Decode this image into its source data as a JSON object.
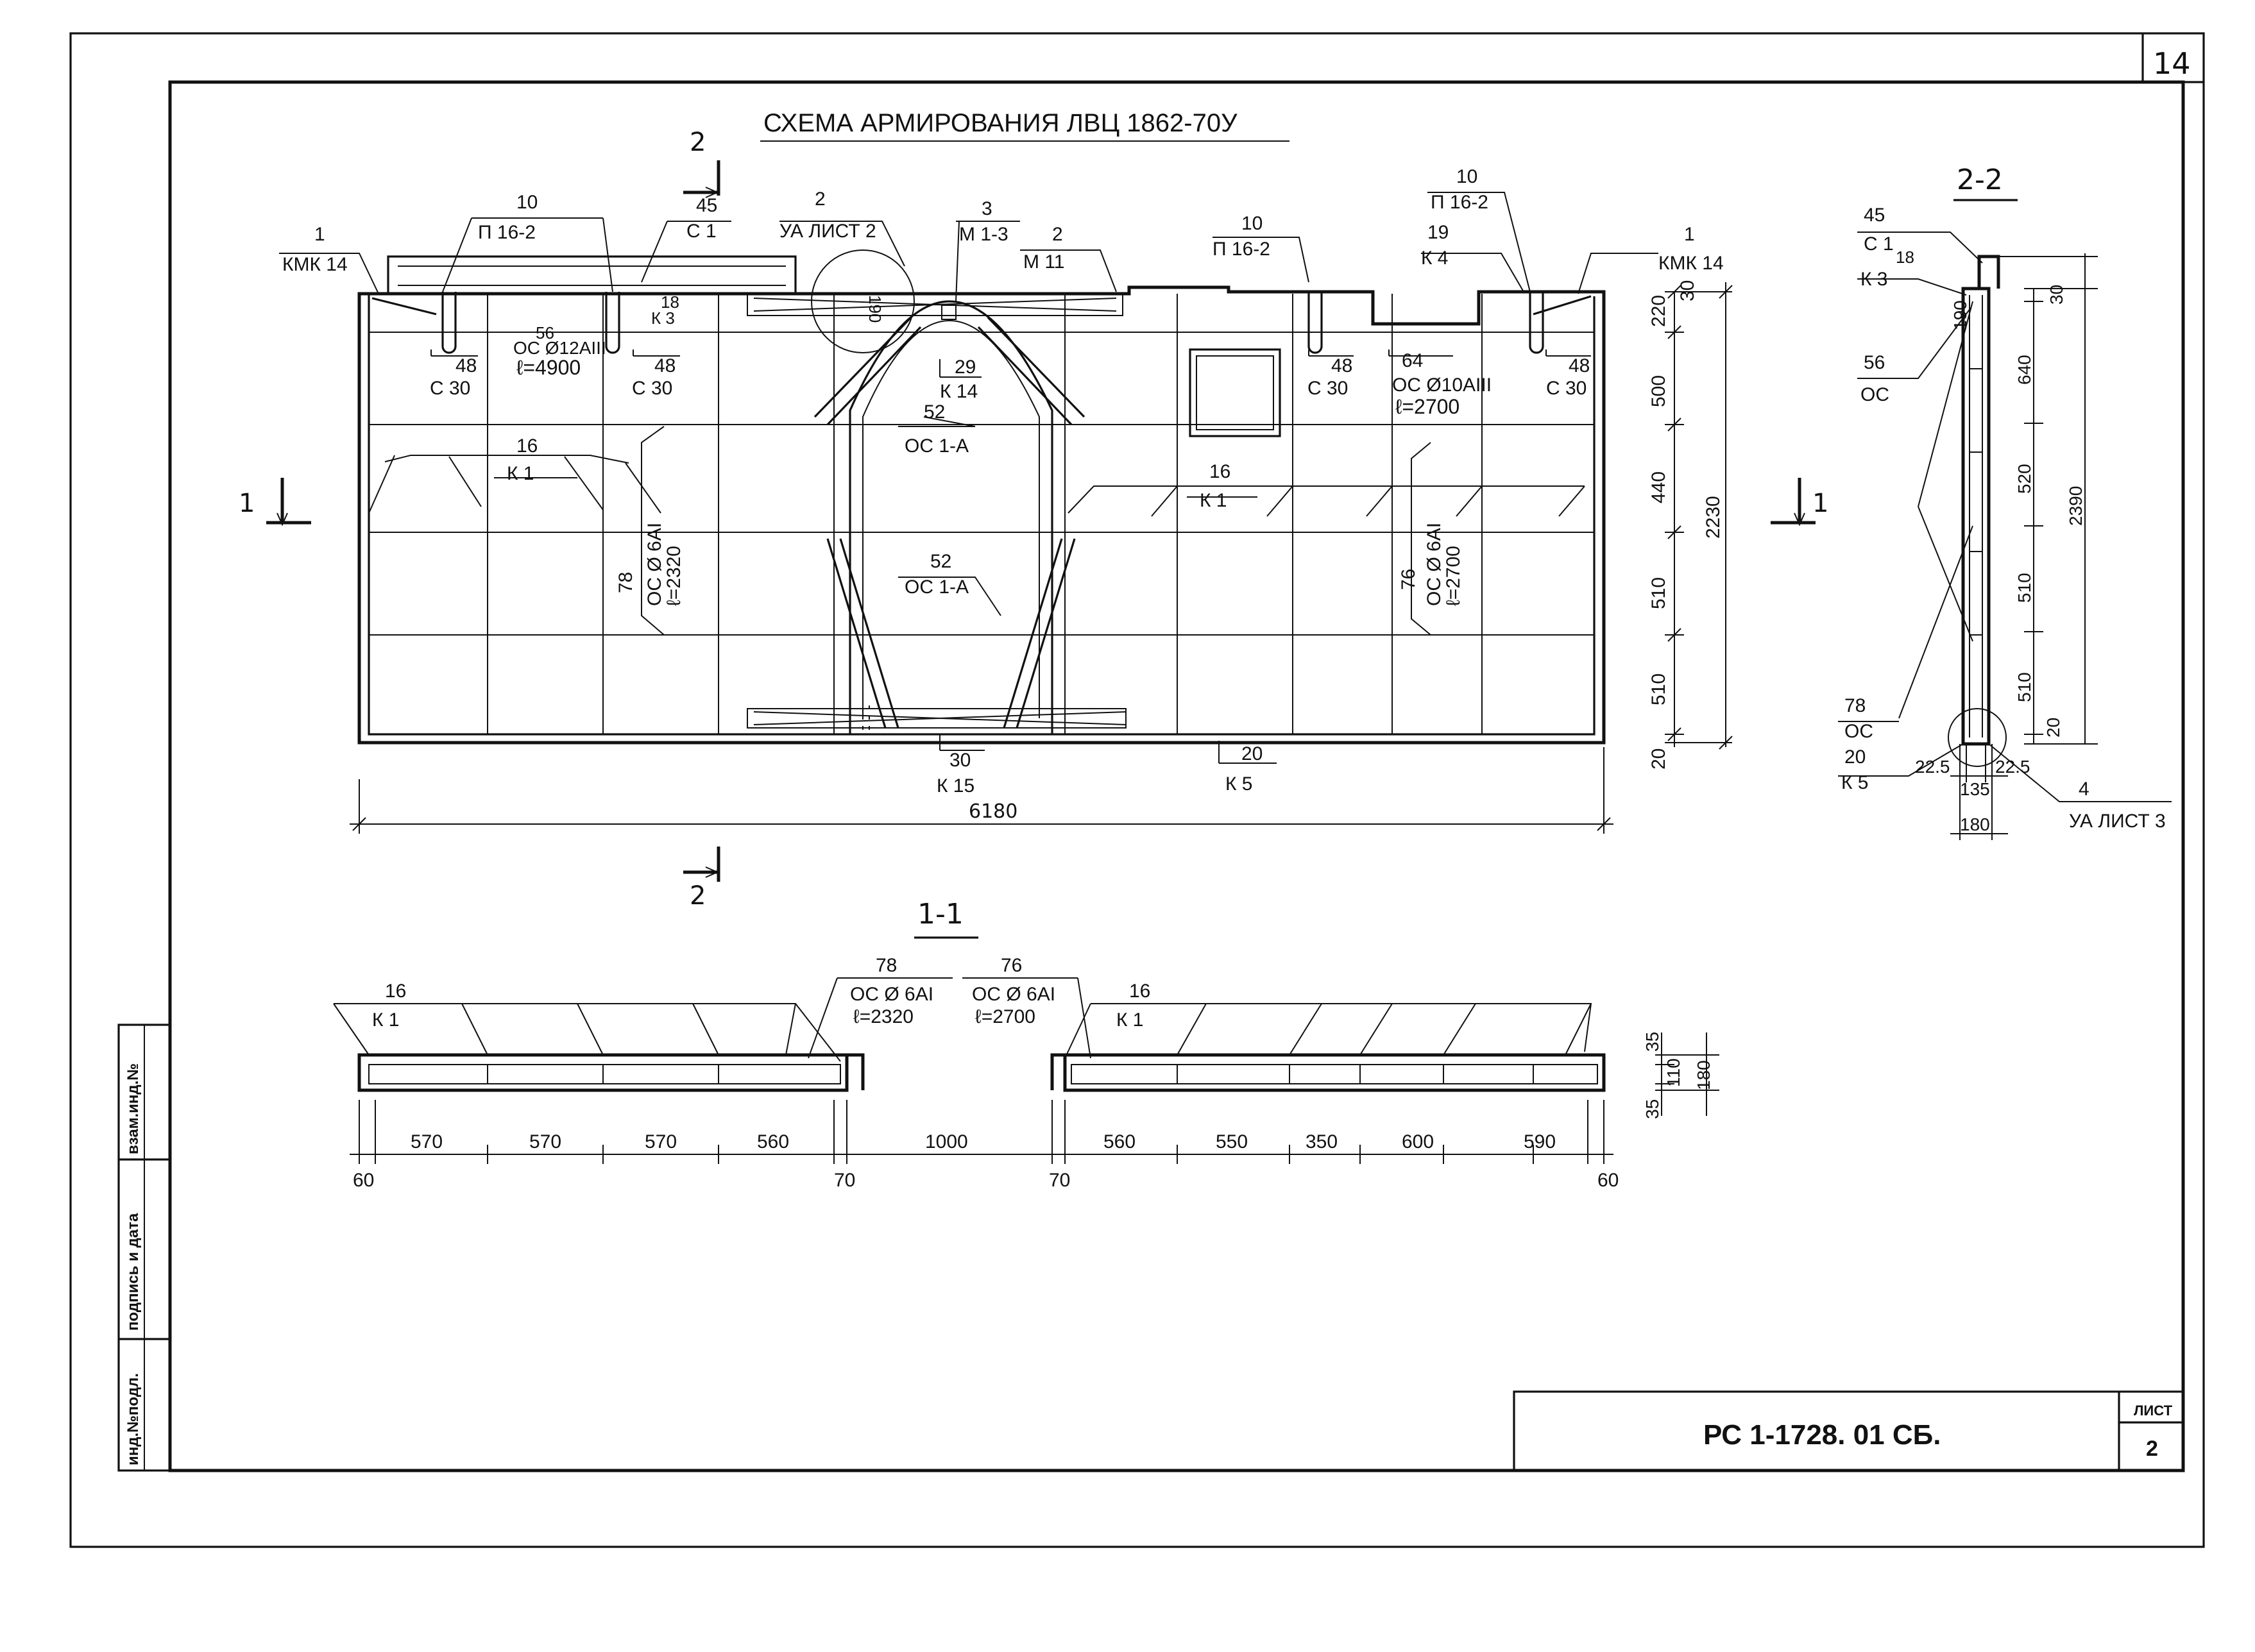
{
  "sheet_corner_number": "14",
  "title": "СХЕМА АРМИРОВАНИЯ ЛВЦ 1862-70У",
  "section_marks": {
    "cut2_num": "2",
    "cut1_num": "1"
  },
  "main_view": {
    "callouts": [
      {
        "num": "1",
        "label": "КМК 14"
      },
      {
        "num": "10",
        "label": "П 16-2"
      },
      {
        "num": "45",
        "label": "С 1"
      },
      {
        "num": "2",
        "label": "УА ЛИСТ 2"
      },
      {
        "num": "3",
        "label": "М 1-3"
      },
      {
        "num": "2",
        "label": "М 11"
      },
      {
        "num": "10",
        "label": "П 16-2"
      },
      {
        "num": "10",
        "label": "П 16-2"
      },
      {
        "num": "19",
        "label": "К 4"
      },
      {
        "num": "1",
        "label": "КМК 14"
      },
      {
        "num": "18",
        "label": "К 3"
      },
      {
        "num": "56",
        "label": "ОС Ø12АIII",
        "sub": "ℓ=4900"
      },
      {
        "num": "48",
        "label": "С 30"
      },
      {
        "num": "48",
        "label": "С 30"
      },
      {
        "num": "48",
        "label": "С 30"
      },
      {
        "num": "48",
        "label": "С 30"
      },
      {
        "num": "29",
        "label": "К 14"
      },
      {
        "num": "52",
        "label": "ОС 1-А"
      },
      {
        "num": "52",
        "label": "ОС 1-А"
      },
      {
        "num": "64",
        "label": "ОС Ø10АIII",
        "sub": "ℓ=2700"
      },
      {
        "num": "16",
        "label": "К 1"
      },
      {
        "num": "16",
        "label": "К 1"
      },
      {
        "num": "30",
        "label": "К 15"
      },
      {
        "num": "20",
        "label": "К 5"
      }
    ],
    "vertical_notes": [
      {
        "num": "78",
        "text": "ОС Ø 6АI",
        "sub": "ℓ=2320"
      },
      {
        "num": "76",
        "text": "ОС Ø 6АI",
        "sub": "ℓ=2700"
      }
    ],
    "vertical_dims": [
      "220",
      "500",
      "440",
      "510",
      "510",
      "20",
      "30"
    ],
    "overall_height": "2230",
    "overall_length": "6180",
    "hole_label": "190"
  },
  "section_1_1": {
    "title": "1-1",
    "callouts": [
      {
        "num": "16",
        "label": "К 1"
      },
      {
        "num": "78",
        "label": "ОС Ø 6АI",
        "sub": "ℓ=2320"
      },
      {
        "num": "76",
        "label": "ОС Ø 6АI",
        "sub": "ℓ=2700"
      },
      {
        "num": "16",
        "label": "К 1"
      }
    ],
    "dims": [
      "570",
      "570",
      "570",
      "560",
      "1000",
      "560",
      "550",
      "350",
      "600",
      "590"
    ],
    "end_dims": [
      "60",
      "70",
      "70",
      "60"
    ],
    "height_dims": [
      "35",
      "110",
      "180",
      "35"
    ]
  },
  "section_2_2": {
    "title": "2-2",
    "callouts": [
      {
        "num": "45",
        "label": "С 1"
      },
      {
        "num": "18",
        "label": "К 3"
      },
      {
        "num": "56",
        "label": "ОС"
      },
      {
        "num": "78",
        "label": "ОС"
      },
      {
        "num": "20",
        "label": "К 5"
      },
      {
        "num": "4",
        "label": "УА ЛИСТ 3"
      }
    ],
    "inner_dims": [
      "190",
      "30",
      "640",
      "520",
      "510",
      "510",
      "20"
    ],
    "overall": "2390",
    "bottom_dims": [
      "22.5",
      "135",
      "22.5",
      "180"
    ]
  },
  "side_stamp": [
    "взам.инд.№",
    "подпись и дата",
    "инд.№подл."
  ],
  "title_block": {
    "code": "РС 1-1728.   01 СБ.",
    "sheet_label": "ЛИСТ",
    "sheet_num": "2"
  }
}
